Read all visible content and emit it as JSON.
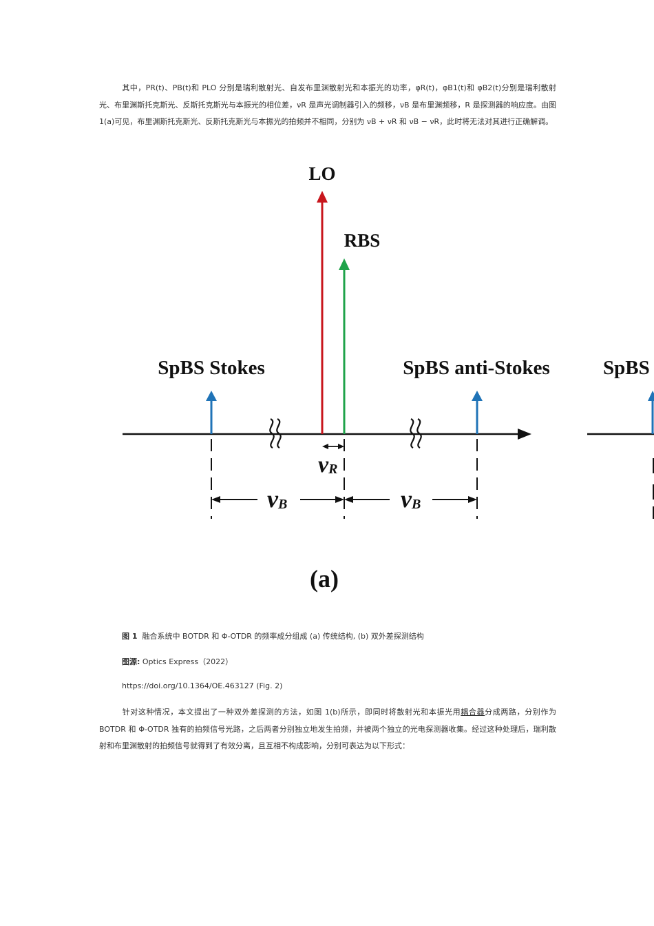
{
  "paragraph1": "其中，PR(t)、PB(t)和 PLO 分别是瑞利散射光、自发布里渊散射光和本振光的功率，φR(t)，φB1(t)和 φB2(t)分别是瑞利散射光、布里渊斯托克斯光、反斯托克斯光与本振光的相位差，νR 是声光调制器引入的频移，νB 是布里渊频移，R 是探测器的响应度。由图 1(a)可见，布里渊斯托克斯光、反斯托克斯光与本振光的拍频并不相同，分别为 νB + νR 和 νB − νR，此时将无法对其进行正确解调。",
  "figure": {
    "labels": {
      "lo": "LO",
      "rbs": "RBS",
      "stokes": "SpBS Stokes",
      "anti_stokes": "SpBS anti-Stokes",
      "right_cut": "SpBS",
      "vR_main": "v",
      "vR_sub": "R",
      "vB_main": "v",
      "vB_sub": "B",
      "panel": "(a)"
    },
    "colors": {
      "lo": "#c8161d",
      "rbs": "#1fa34a",
      "spbs": "#1f73b7",
      "axis": "#111111"
    }
  },
  "caption": {
    "fig_label": "图 1",
    "fig_text": "融合系统中 BOTDR 和 Φ-OTDR 的频率成分组成 (a) 传统结构, (b) 双外差探测结构",
    "source_label": "图源:",
    "source_text": " Optics Express（2022）",
    "doi": "https://doi.org/10.1364/OE.463127 (Fig. 2)"
  },
  "paragraph2": {
    "before": "针对这种情况，本文提出了一种双外差探测的方法，如图 1(b)所示，即同时将散射光和本振光用",
    "link": "耦合器",
    "after": "分成两路，分别作为 BOTDR 和 Φ-OTDR 独有的拍频信号光路，之后两者分别独立地发生拍频，并被两个独立的光电探测器收集。经过这种处理后，瑞利散射和布里渊散射的拍频信号就得到了有效分离，且互相不构成影响，分别可表达为以下形式："
  }
}
